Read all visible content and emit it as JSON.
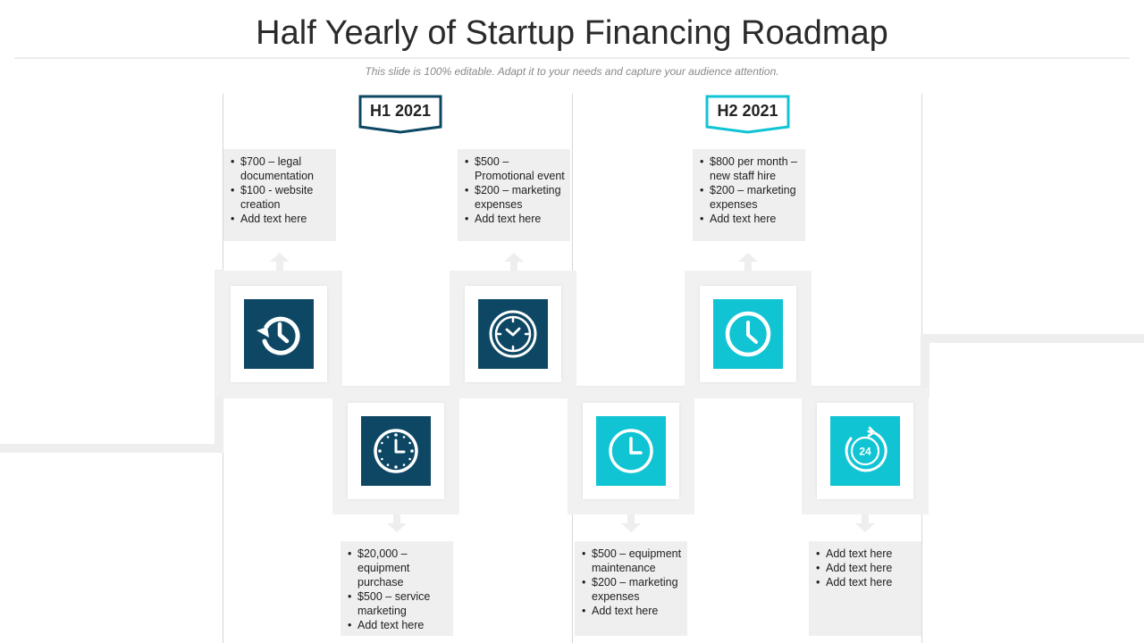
{
  "header": {
    "title": "Half Yearly of Startup Financing Roadmap",
    "subtitle": "This slide is 100% editable. Adapt it to your needs and capture your audience attention."
  },
  "periods": [
    {
      "label": "H1 2021",
      "color": "#0d4764"
    },
    {
      "label": "H2 2021",
      "color": "#10c4d4"
    }
  ],
  "colors": {
    "navy": "#0d4764",
    "cyan": "#10c4d4",
    "track": "#eeeeee",
    "note_bg": "#efefef"
  },
  "steps": [
    {
      "icon": "history-clock-icon",
      "color": "navy",
      "position": "top",
      "items": [
        "$700 – legal documentation",
        "$100 - website creation",
        "Add text here"
      ]
    },
    {
      "icon": "wall-clock-icon",
      "color": "navy",
      "position": "bottom",
      "items": [
        "$20,000 – equipment purchase",
        "$500 – service marketing",
        "Add text here"
      ]
    },
    {
      "icon": "watch-face-icon",
      "color": "navy",
      "position": "top",
      "items": [
        "$500 – Promotional event",
        "$200 – marketing expenses",
        "Add text here"
      ]
    },
    {
      "icon": "clock-outline-icon",
      "color": "cyan",
      "position": "bottom",
      "items": [
        "$500 – equipment maintenance",
        "$200 – marketing expenses",
        "Add text here"
      ]
    },
    {
      "icon": "clock-icon",
      "color": "cyan",
      "position": "top",
      "items": [
        "$800 per month – new staff hire",
        "$200 – marketing expenses",
        "Add text here"
      ]
    },
    {
      "icon": "24-hours-icon",
      "color": "cyan",
      "position": "bottom",
      "items": [
        "Add text here",
        "Add text here",
        "Add text here"
      ]
    }
  ]
}
